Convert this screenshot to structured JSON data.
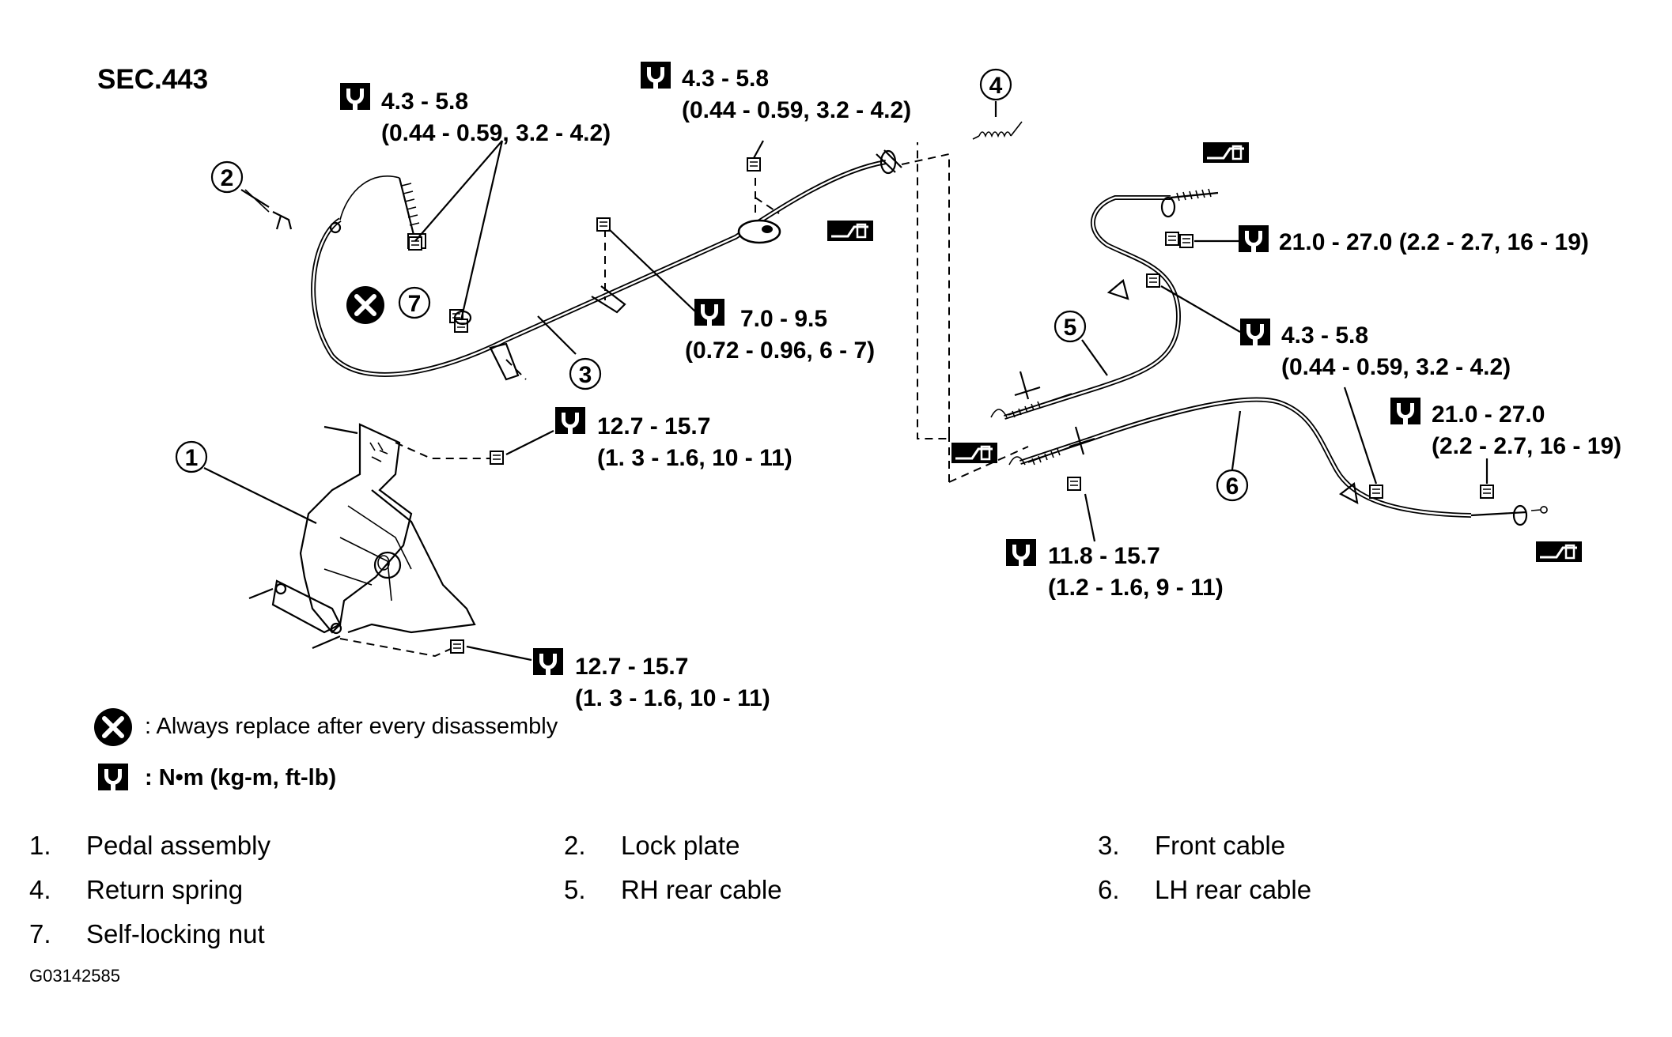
{
  "section": "SEC.443",
  "callouts": {
    "c1": "1",
    "c2": "2",
    "c3": "3",
    "c4": "4",
    "c5": "5",
    "c6": "6",
    "c7": "7"
  },
  "torque_labels": [
    {
      "value": "4.3 - 5.8",
      "detail": "(0.44 - 0.59, 3.2 - 4.2)"
    },
    {
      "value": "4.3 - 5.8",
      "detail": "(0.44 - 0.59, 3.2 - 4.2)"
    },
    {
      "value": "7.0 - 9.5",
      "detail": "(0.72 - 0.96, 6 - 7)"
    },
    {
      "value": "12.7 - 15.7",
      "detail": "(1. 3  - 1.6, 10 - 11)"
    },
    {
      "value": "12.7 - 15.7",
      "detail": "(1. 3  - 1.6, 10 - 11)"
    },
    {
      "value": "21.0 - 27.0 (2.2 - 2.7, 16 - 19)",
      "detail": ""
    },
    {
      "value": "4.3 - 5.8",
      "detail": "(0.44 - 0.59, 3.2 - 4.2)"
    },
    {
      "value": "21.0 - 27.0",
      "detail": "(2.2 - 2.7, 16 - 19)"
    },
    {
      "value": "11.8 - 15.7",
      "detail": "(1.2 - 1.6, 9 - 11)"
    }
  ],
  "legend": {
    "replace_text": ":  Always replace after every disassembly",
    "torque_units": ":  N•m  (kg-m,  ft-lb)"
  },
  "parts_list": [
    {
      "num": "1.",
      "name": "Pedal assembly"
    },
    {
      "num": "2.",
      "name": "Lock plate"
    },
    {
      "num": "3.",
      "name": "Front cable"
    },
    {
      "num": "4.",
      "name": "Return spring"
    },
    {
      "num": "5.",
      "name": "RH rear cable"
    },
    {
      "num": "6.",
      "name": "LH rear cable"
    },
    {
      "num": "7.",
      "name": "Self-locking nut"
    }
  ],
  "figure_code": "G03142585",
  "icons": {
    "torque": "torque-wrench-icon",
    "replace": "replace-x-icon",
    "clip": "cable-lock-clip-icon"
  },
  "colors": {
    "ink": "#000000",
    "paper": "#ffffff"
  }
}
